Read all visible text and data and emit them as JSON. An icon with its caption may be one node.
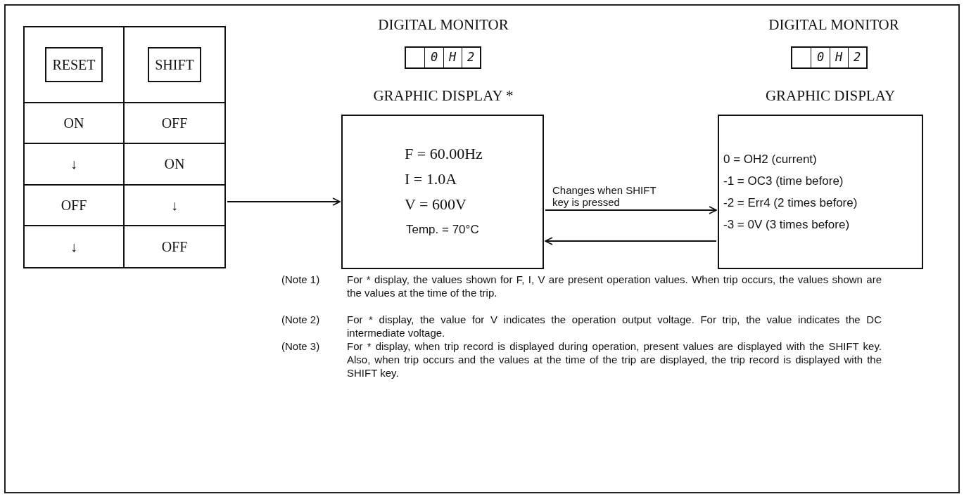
{
  "diagram": {
    "nodes": [
      {
        "text": [
          "RESET",
          "SHIFT",
          "ON",
          "OFF",
          "↓",
          "ON",
          "OFF",
          "↓",
          "↓",
          "OFF"
        ]
      },
      {
        "text": [
          "F = 60.00Hz",
          "I = 1.0A",
          "V = 600V",
          "Temp. = 70°C"
        ]
      },
      {
        "text": [
          "0 = OH2 (current)",
          "-1 = OC3 (time before)",
          "-2 = Err4 (2 times before)",
          "-3 = 0V (3 times before)"
        ]
      }
    ],
    "edges": [
      {
        "from": 0,
        "to": 1,
        "arrow": "to"
      },
      {
        "from": 1,
        "to": 2,
        "arrow": "to",
        "label": "Changes when SHIFT key is pressed"
      },
      {
        "from": 2,
        "to": 1,
        "arrow": "to"
      }
    ],
    "labels": [
      "DIGITAL MONITOR",
      "0H2",
      "GRAPHIC DISPLAY *",
      "DIGITAL MONITOR",
      "0H2",
      "GRAPHIC DISPLAY",
      "(Note 1)",
      "For * display, the values shown for F, I, V are present operation values. When trip occurs, the values shown are the values at the time of the trip.",
      "(Note 2)",
      "For * display, the value for V indicates the operation output voltage. For trip, the value indicates the DC intermediate voltage.",
      "(Note 3)",
      "For * display, when trip record is displayed during operation, present values are displayed with the SHIFT key. Also, when trip occurs and the values at the time of the trip are displayed, the trip record is displayed with the SHIFT key."
    ]
  }
}
